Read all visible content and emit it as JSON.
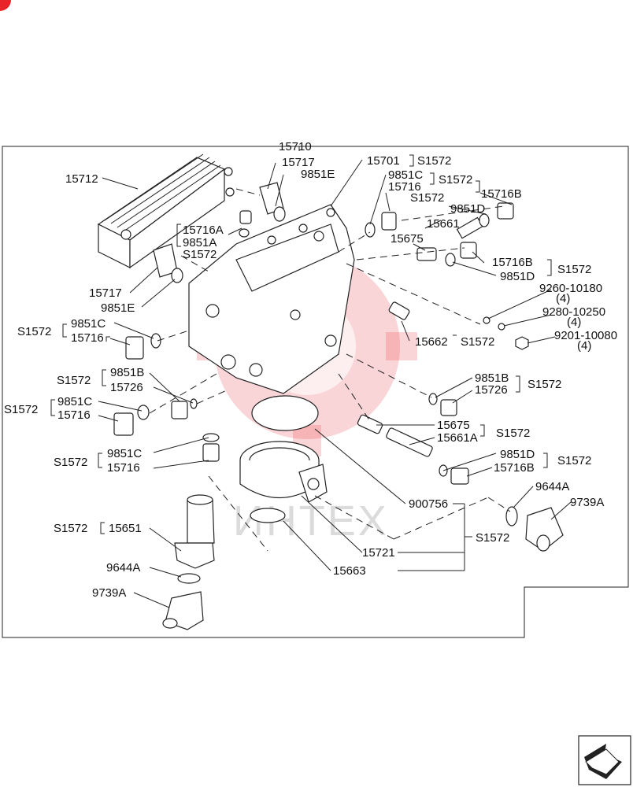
{
  "diagram": {
    "watermark_text": "ИНТЕХ",
    "colors": {
      "line": "#222222",
      "watermark": "#e8424a",
      "corner_badge": "#e8232a"
    },
    "labels": {
      "l15710": "15710",
      "l15712": "15712",
      "l15717_top": "15717",
      "l9851E_top": "9851E",
      "l15701": "15701",
      "lS1572_15701": "S1572",
      "l9851C_top": "9851C",
      "lS1572_9851C_top": "S1572",
      "l15716_top": "15716",
      "lS1572_15716_top": "S1572",
      "l15716B_top": "15716B",
      "l9851D_top": "9851D",
      "l15661": "15661",
      "l15675_top": "15675",
      "l15716A": "15716A",
      "l9851A": "9851A",
      "lS1572_9851A": "S1572",
      "l15716B_mid": "15716B",
      "lS1572_15716B_mid": "S1572",
      "l9851D_mid": "9851D",
      "l15717_mid": "15717",
      "l9851E_mid": "9851E",
      "l9260": "9260-10180",
      "l9260_qty": "(4)",
      "l9280": "9280-10250",
      "l9280_qty": "(4)",
      "l9201": "9201-10080",
      "l9201_qty": "(4)",
      "lS1572_L1": "S1572",
      "l9851C_L1": "9851C",
      "l15716_L1": "15716",
      "l15662": "15662",
      "lS1572_15662": "S1572",
      "lS1572_L2": "S1572",
      "l9851B_L2": "9851B",
      "l15726_L2": "15726",
      "l9851B_R": "9851B",
      "l15726_R": "15726",
      "lS1572_R1": "S1572",
      "lS1572_L3": "S1572",
      "l9851C_L3": "9851C",
      "l15716_L3": "15716",
      "l15675_R": "15675",
      "l15661A": "15661A",
      "lS1572_R2": "S1572",
      "lS1572_L4": "S1572",
      "l9851C_L4": "9851C",
      "l15716_L4": "15716",
      "l9851D_R": "9851D",
      "l15716B_R": "15716B",
      "lS1572_R3": "S1572",
      "l900756": "900756",
      "l9644A_R": "9644A",
      "l9739A_R": "9739A",
      "lS1572_L5": "S1572",
      "l15651": "15651",
      "lS1572_R4": "S1572",
      "l15721": "15721",
      "l9644A_L": "9644A",
      "l15663": "15663",
      "l9739A_L": "9739A"
    }
  }
}
